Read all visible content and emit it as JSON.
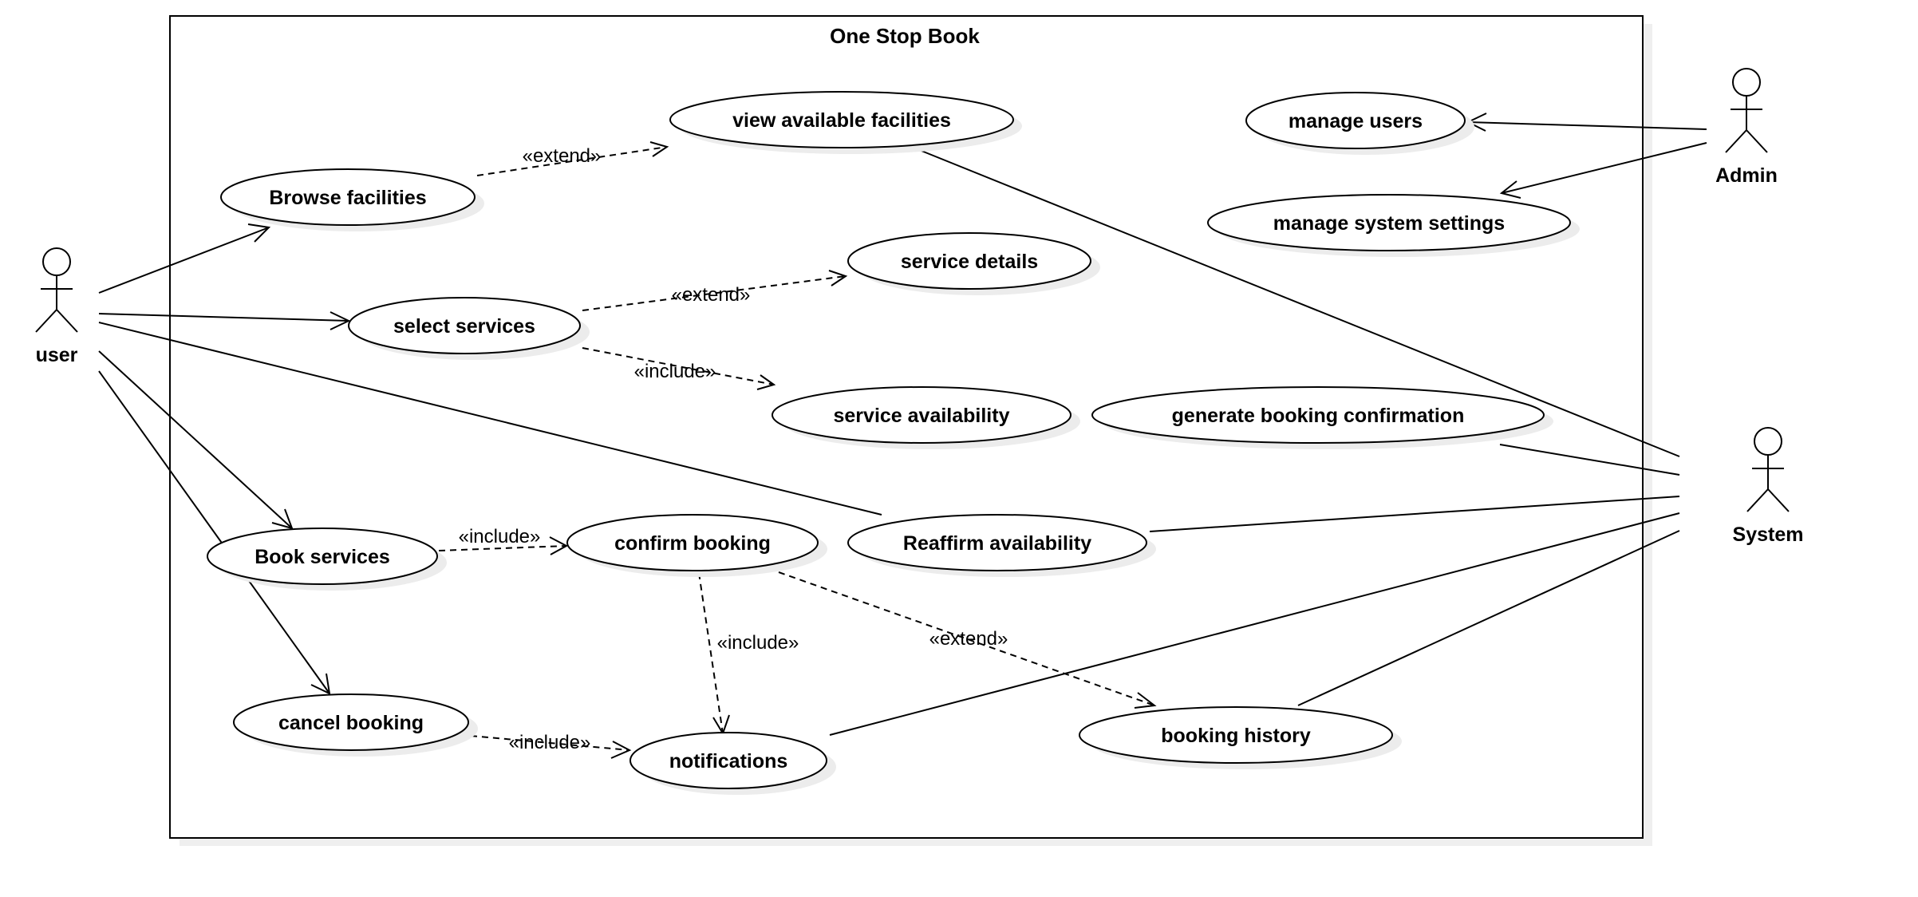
{
  "system": {
    "title": "One Stop Book"
  },
  "actors": {
    "user": "user",
    "admin": "Admin",
    "system": "System"
  },
  "use_cases": {
    "view_facilities": "view available facilities",
    "manage_users": "manage users",
    "browse_facilities": "Browse facilities",
    "manage_settings": "manage system settings",
    "service_details": "service details",
    "select_services": "select services",
    "service_availability": "service availability",
    "generate_confirmation": "generate booking confirmation",
    "book_services": "Book services",
    "confirm_booking": "confirm booking",
    "reaffirm_availability": "Reaffirm availability",
    "cancel_booking": "cancel booking",
    "notifications": "notifications",
    "booking_history": "booking history"
  },
  "relations": {
    "browse_extend": "«extend»",
    "select_extend": "«extend»",
    "select_include": "«include»",
    "book_include": "«include»",
    "confirm_include": "«include»",
    "confirm_extend": "«extend»",
    "cancel_include": "«include»"
  }
}
